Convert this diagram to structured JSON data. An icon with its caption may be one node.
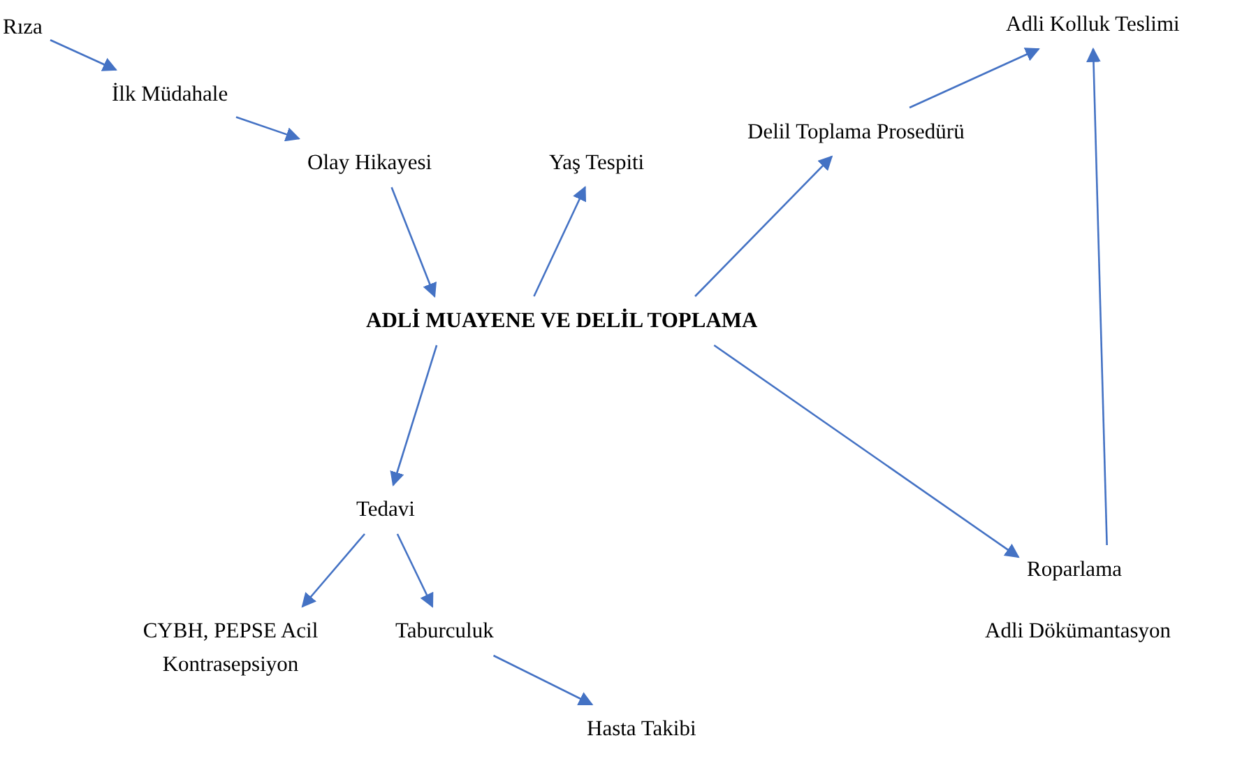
{
  "diagram": {
    "nodes": [
      {
        "text": [
          "Rıza"
        ]
      },
      {
        "text": [
          "İlk Müdahale"
        ]
      },
      {
        "text": [
          "Olay Hikayesi"
        ]
      },
      {
        "text": [
          "Yaş Tespiti"
        ]
      },
      {
        "text": [
          "ADLİ MUAYENE VE DELİL TOPLAMA"
        ]
      },
      {
        "text": [
          "Delil Toplama Prosedürü"
        ]
      },
      {
        "text": [
          "Adli Kolluk Teslimi"
        ]
      },
      {
        "text": [
          "Tedavi"
        ]
      },
      {
        "text": [
          "CYBH, PEPSE Acil Kontrasepsiyon"
        ]
      },
      {
        "text": [
          "Taburculuk"
        ]
      },
      {
        "text": [
          "Hasta Takibi"
        ]
      },
      {
        "text": [
          "Roparlama"
        ]
      },
      {
        "text": [
          "Adli Dökümantasyon"
        ]
      }
    ],
    "edges": [
      {
        "from": 0,
        "to": 1,
        "arrow": "to"
      },
      {
        "from": 1,
        "to": 2,
        "arrow": "to"
      },
      {
        "from": 2,
        "to": 4,
        "arrow": "to"
      },
      {
        "from": 4,
        "to": 3,
        "arrow": "to"
      },
      {
        "from": 4,
        "to": 5,
        "arrow": "to"
      },
      {
        "from": 5,
        "to": 6,
        "arrow": "to"
      },
      {
        "from": 4,
        "to": 7,
        "arrow": "to"
      },
      {
        "from": 4,
        "to": 11,
        "arrow": "to"
      },
      {
        "from": 11,
        "to": 6,
        "arrow": "to"
      },
      {
        "from": 7,
        "to": 8,
        "arrow": "to"
      },
      {
        "from": 7,
        "to": 9,
        "arrow": "to"
      },
      {
        "from": 9,
        "to": 10,
        "arrow": "to"
      }
    ]
  }
}
